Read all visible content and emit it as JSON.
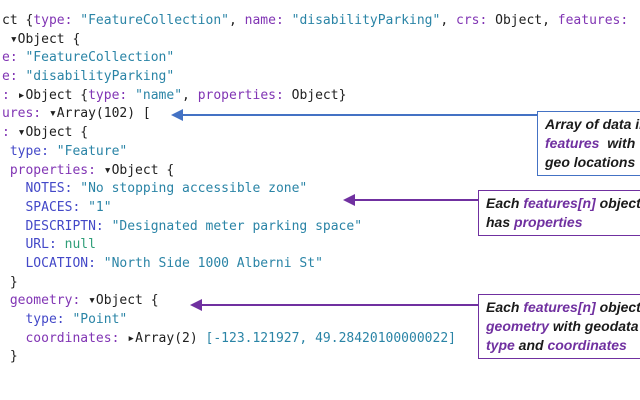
{
  "colors": {
    "plain": "#202020",
    "key_purple": "#8135b4",
    "key_blue": "#4348c8",
    "string": "#2a84a6",
    "null_green": "#2f9e78",
    "annotation_text": "#1a1a1a",
    "annotation_purple": "#7030a0",
    "annotation_blue": "#4472c4",
    "background": "#ffffff"
  },
  "console": {
    "lines": [
      [
        {
          "t": "ct {",
          "c": "plain"
        },
        {
          "t": "type: ",
          "c": "key_purple"
        },
        {
          "t": "\"FeatureCollection\"",
          "c": "string"
        },
        {
          "t": ", ",
          "c": "plain"
        },
        {
          "t": "name: ",
          "c": "key_purple"
        },
        {
          "t": "\"disabilityParking\"",
          "c": "string"
        },
        {
          "t": ", ",
          "c": "plain"
        },
        {
          "t": "crs: ",
          "c": "key_purple"
        },
        {
          "t": "Object",
          "c": "plain"
        },
        {
          "t": ", ",
          "c": "plain"
        },
        {
          "t": "features: ",
          "c": "key_purple"
        }
      ],
      [
        {
          "t": " ",
          "c": "plain"
        },
        {
          "t": "▾",
          "c": "plain",
          "n": "disclosure-triangle-icon",
          "i": true
        },
        {
          "t": "Object {",
          "c": "plain"
        }
      ],
      [
        {
          "t": "e: ",
          "c": "key_purple"
        },
        {
          "t": "\"FeatureCollection\"",
          "c": "string"
        }
      ],
      [
        {
          "t": "e: ",
          "c": "key_purple"
        },
        {
          "t": "\"disabilityParking\"",
          "c": "string"
        }
      ],
      [
        {
          "t": ": ",
          "c": "key_purple"
        },
        {
          "t": "▸",
          "c": "plain",
          "n": "disclosure-triangle-icon",
          "i": true
        },
        {
          "t": "Object {",
          "c": "plain"
        },
        {
          "t": "type: ",
          "c": "key_purple"
        },
        {
          "t": "\"name\"",
          "c": "string"
        },
        {
          "t": ", ",
          "c": "plain"
        },
        {
          "t": "properties: ",
          "c": "key_purple"
        },
        {
          "t": "Object}",
          "c": "plain"
        }
      ],
      [
        {
          "t": "ures: ",
          "c": "key_purple"
        },
        {
          "t": "▾",
          "c": "plain",
          "n": "disclosure-triangle-icon",
          "i": true
        },
        {
          "t": "Array(102) [",
          "c": "plain"
        }
      ],
      [
        {
          "t": ": ",
          "c": "key_purple"
        },
        {
          "t": "▾",
          "c": "plain",
          "n": "disclosure-triangle-icon",
          "i": true
        },
        {
          "t": "Object {",
          "c": "plain"
        }
      ],
      [
        {
          "t": " type: ",
          "c": "key_blue"
        },
        {
          "t": "\"Feature\"",
          "c": "string"
        }
      ],
      [
        {
          "t": " properties: ",
          "c": "key_purple"
        },
        {
          "t": "▾",
          "c": "plain",
          "n": "disclosure-triangle-icon",
          "i": true
        },
        {
          "t": "Object {",
          "c": "plain"
        }
      ],
      [
        {
          "t": "   NOTES: ",
          "c": "key_blue"
        },
        {
          "t": "\"No stopping accessible zone\"",
          "c": "string"
        }
      ],
      [
        {
          "t": "   SPACES: ",
          "c": "key_blue"
        },
        {
          "t": "\"1\"",
          "c": "string"
        }
      ],
      [
        {
          "t": "   DESCRIPTN: ",
          "c": "key_blue"
        },
        {
          "t": "\"Designated meter parking space\"",
          "c": "string"
        }
      ],
      [
        {
          "t": "   URL: ",
          "c": "key_blue"
        },
        {
          "t": "null",
          "c": "null_green"
        }
      ],
      [
        {
          "t": "   LOCATION: ",
          "c": "key_blue"
        },
        {
          "t": "\"North Side 1000 Alberni St\"",
          "c": "string"
        }
      ],
      [
        {
          "t": " }",
          "c": "plain"
        }
      ],
      [
        {
          "t": " geometry: ",
          "c": "key_purple"
        },
        {
          "t": "▾",
          "c": "plain",
          "n": "disclosure-triangle-icon",
          "i": true
        },
        {
          "t": "Object {",
          "c": "plain"
        }
      ],
      [
        {
          "t": "   type: ",
          "c": "key_blue"
        },
        {
          "t": "\"Point\"",
          "c": "string"
        }
      ],
      [
        {
          "t": "   coordinates: ",
          "c": "key_purple"
        },
        {
          "t": "▸",
          "c": "plain",
          "n": "disclosure-triangle-icon",
          "i": true
        },
        {
          "t": "Array(2) ",
          "c": "plain"
        },
        {
          "t": "[-123.121927, 49.28420100000022]",
          "c": "string"
        }
      ],
      [
        {
          "t": " }",
          "c": "plain"
        }
      ]
    ]
  },
  "annotations": [
    {
      "name": "features-array-callout",
      "accent": "annotation_blue",
      "lines": [
        [
          {
            "t": "Array of data in",
            "c": "black"
          }
        ],
        [
          {
            "t": "features",
            "c": "purple"
          },
          {
            "t": "  with",
            "c": "black"
          }
        ],
        [
          {
            "t": "geo locations",
            "c": "black"
          }
        ]
      ]
    },
    {
      "name": "properties-callout",
      "accent": "annotation_purple",
      "lines": [
        [
          {
            "t": "Each ",
            "c": "black"
          },
          {
            "t": "features[n]",
            "c": "purple"
          },
          {
            "t": " object",
            "c": "black"
          }
        ],
        [
          {
            "t": "has ",
            "c": "black"
          },
          {
            "t": "properties",
            "c": "purple"
          }
        ]
      ]
    },
    {
      "name": "geometry-callout",
      "accent": "annotation_purple",
      "lines": [
        [
          {
            "t": "Each ",
            "c": "black"
          },
          {
            "t": "features[n]",
            "c": "purple"
          },
          {
            "t": " object",
            "c": "black"
          }
        ],
        [
          {
            "t": "geometry",
            "c": "purple"
          },
          {
            "t": " with geodata",
            "c": "black"
          }
        ],
        [
          {
            "t": "type",
            "c": "purple"
          },
          {
            "t": " and ",
            "c": "black"
          },
          {
            "t": "coordinates",
            "c": "purple"
          }
        ]
      ]
    }
  ]
}
